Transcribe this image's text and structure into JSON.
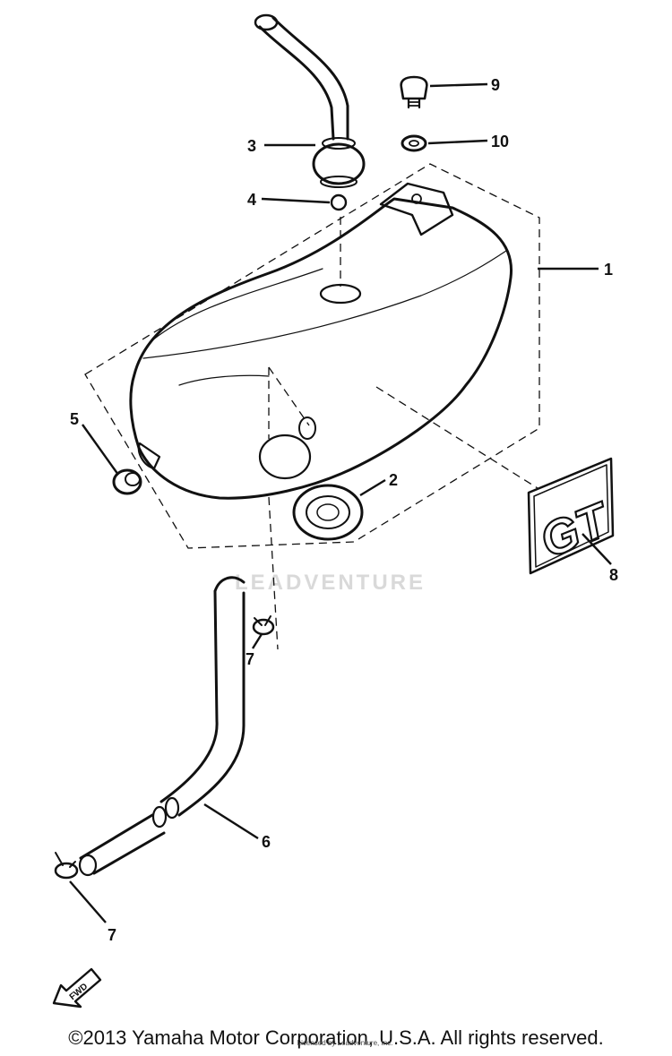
{
  "parts": {
    "p1": "1",
    "p2": "2",
    "p3": "3",
    "p4": "4",
    "p5": "5",
    "p6": "6",
    "p7a": "7",
    "p7b": "7",
    "p8": "8",
    "p9": "9",
    "p10": "10"
  },
  "emblem_text": "GT",
  "fwd_arrow_text": "FWD",
  "watermark_text": "LEADVENTURE",
  "copyright": "©2013 Yamaha Motor Corporation, U.S.A. All rights reserved.",
  "sublicense": "Licensed by Leadventure, Inc."
}
